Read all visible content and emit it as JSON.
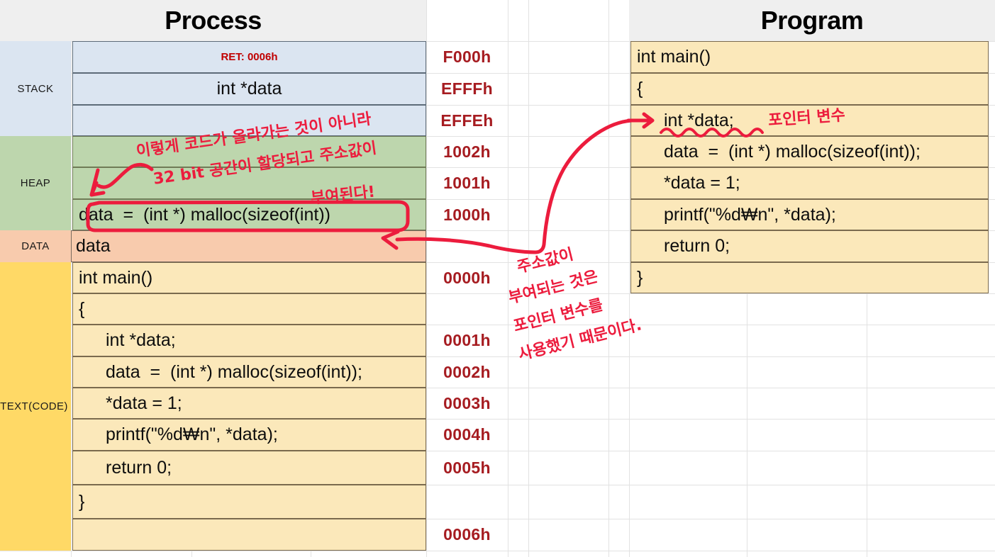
{
  "headers": {
    "process": "Process",
    "program": "Program"
  },
  "segments": [
    {
      "key": "stack",
      "label": "STACK"
    },
    {
      "key": "heap",
      "label": "HEAP"
    },
    {
      "key": "data",
      "label": "DATA"
    },
    {
      "key": "text",
      "label": "TEXT(CODE)"
    }
  ],
  "process_rows": [
    {
      "seg": "stack",
      "text": "RET: 0006h",
      "addr": "F000h"
    },
    {
      "seg": "stack",
      "text": "int *data",
      "addr": "EFFFh"
    },
    {
      "seg": "stack",
      "text": "",
      "addr": "EFFEh"
    },
    {
      "seg": "heap",
      "text": "",
      "addr": "1002h"
    },
    {
      "seg": "heap",
      "text": "",
      "addr": "1001h"
    },
    {
      "seg": "heap",
      "text": "data  =  (int *) malloc(sizeof(int))",
      "addr": "1000h"
    },
    {
      "seg": "data",
      "text": "data",
      "addr": ""
    },
    {
      "seg": "text",
      "text": "int main()",
      "addr": "0000h"
    },
    {
      "seg": "text",
      "text": "{",
      "addr": ""
    },
    {
      "seg": "text",
      "text": "int *data;",
      "addr": "0001h"
    },
    {
      "seg": "text",
      "text": "data  =  (int *) malloc(sizeof(int));",
      "addr": "0002h"
    },
    {
      "seg": "text",
      "text": "*data = 1;",
      "addr": "0003h"
    },
    {
      "seg": "text",
      "text": "printf(\"%d₩n\", *data);",
      "addr": "0004h"
    },
    {
      "seg": "text",
      "text": "return 0;",
      "addr": "0005h"
    },
    {
      "seg": "text",
      "text": "}",
      "addr": ""
    },
    {
      "seg": "text",
      "text": "",
      "addr": "0006h"
    }
  ],
  "program_rows": [
    {
      "text": "int main()"
    },
    {
      "text": "{"
    },
    {
      "text": "int *data;"
    },
    {
      "text": "data  =  (int *) malloc(sizeof(int));"
    },
    {
      "text": "*data = 1;"
    },
    {
      "text": "printf(\"%d₩n\", *data);"
    },
    {
      "text": "return 0;"
    },
    {
      "text": "}"
    }
  ],
  "annotations": {
    "heap_note_line1": "이렇게 코드가  올라가는 것이 아니라",
    "heap_note_line2": "32 bit 공간이 할당되고 주소값이",
    "heap_note_line3": "부여된다!",
    "middle_note_line1": "주소값이",
    "middle_note_line2": "부여되는 것은",
    "middle_note_line3": "포인터 변수를",
    "middle_note_line4": "사용했기 때문이다.",
    "program_note": "포인터 변수"
  },
  "colors": {
    "stack": "#dbe5f1",
    "heap": "#bdd6ad",
    "data": "#f8cbad",
    "text": "#ffd966",
    "code_cell": "#fbe8ba",
    "address": "#a61c21",
    "ink": "#ec1c3d",
    "header_band": "#efefef"
  }
}
